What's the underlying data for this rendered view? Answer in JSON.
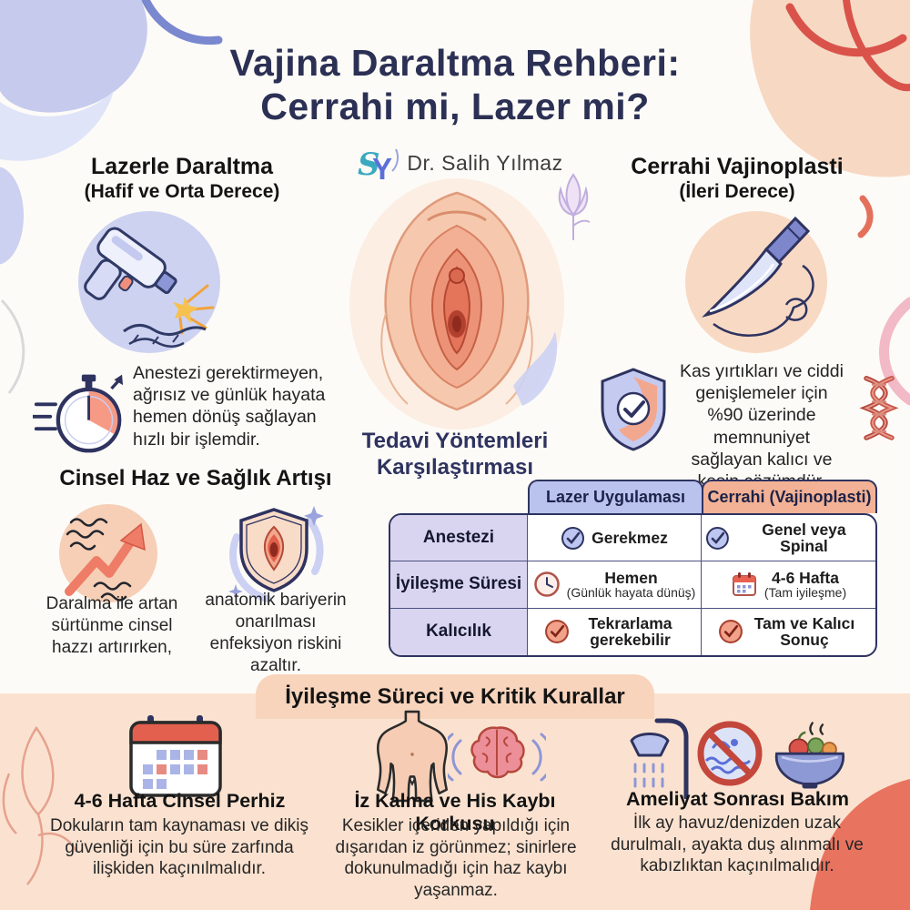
{
  "title": {
    "line1": "Vajina Daraltma Rehberi:",
    "line2": "Cerrahi mi, Lazer mi?"
  },
  "brand": {
    "mark_s": "S",
    "mark_y": "Y",
    "name": "Dr. Salih Yılmaz"
  },
  "laser_method": {
    "title": "Lazerle Daraltma",
    "subtitle": "(Hafif ve Orta Derece)",
    "description": "Anestezi gerektirmeyen, ağrısız ve günlük hayata hemen dönüş sağlayan hızlı bir işlemdir."
  },
  "surgery_method": {
    "title": "Cerrahi Vajinoplasti",
    "subtitle": "(İleri Derece)",
    "description": "Kas yırtıkları ve ciddi genişlemeler için %90 üzerinde memnuniyet sağlayan kalıcı ve kesin çözümdür."
  },
  "benefits": {
    "title": "Cinsel Haz ve Sağlık Artışı",
    "pleasure_text": "Daralma ile artan sürtünme cinsel hazzı artırırken,",
    "health_text": "anatomik bariyerin onarılması enfeksiyon riskini azaltır."
  },
  "comparison": {
    "title_line1": "Tedavi Yöntemleri",
    "title_line2": "Karşılaştırması",
    "col_laser": "Lazer Uygulaması",
    "col_surgery": "Cerrahi (Vajinoplasti)",
    "rows": [
      {
        "label": "Anestezi",
        "laser_value": "Gerekmez",
        "laser_note": "",
        "surgery_value": "Genel veya Spinal",
        "surgery_note": ""
      },
      {
        "label": "İyileşme Süresi",
        "laser_value": "Hemen",
        "laser_note": "(Günlük hayata dünüş)",
        "surgery_value": "4-6 Hafta",
        "surgery_note": "(Tam iyileşme)"
      },
      {
        "label": "Kalıcılık",
        "laser_value": "Tekrarlama gerekebilir",
        "laser_note": "",
        "surgery_value": "Tam ve Kalıcı Sonuç",
        "surgery_note": ""
      }
    ]
  },
  "recovery": {
    "title": "İyileşme Süreci ve Kritik Kurallar",
    "items": [
      {
        "title": "4-6 Hafta Cinsel Perhiz",
        "text": "Dokuların tam kaynaması ve dikiş güvenliği için bu süre zarfında ilişkiden kaçınılmalıdır."
      },
      {
        "title": "İz Kalma ve His Kaybı Korkusu",
        "text": "Kesikler içeriden yapıldığı için dışarıdan iz görünmez; sinirlere dokunulmadığı için haz kaybı yaşanmaz."
      },
      {
        "title": "Ameliyat Sonrası Bakım",
        "text": "İlk ay havuz/denizden uzak durulmalı, ayakta duş alınmalı ve kabızlıktan kaçınılmalıdır."
      }
    ]
  },
  "icons": {
    "laser": "laser-device-icon",
    "surgery": "scalpel-icon",
    "speed": "stopwatch-icon",
    "guarantee": "shield-check-icon",
    "permanence": "dna-icon",
    "pleasure": "trend-up-icon",
    "health": "shield-anatomy-icon",
    "anesthesia": "check-circle-icon",
    "healing_laser": "clock-icon",
    "healing_surgery": "calendar-icon",
    "abstinence": "calendar-icon",
    "scar_fear": "body-and-brain-icons",
    "aftercare": "shower-no-swim-bowl-icons"
  },
  "colors": {
    "title_navy": "#2b3054",
    "accent_coral": "#e4705c",
    "accent_lavender": "#b9c3ee",
    "table_header_laser": "#b9c3ee",
    "table_header_surgery": "#f3b295",
    "table_label_bg": "#d9d5f0",
    "bottom_panel": "#fbe2d0",
    "banner": "#f8d4bc",
    "corner_coral": "#e8735f"
  }
}
